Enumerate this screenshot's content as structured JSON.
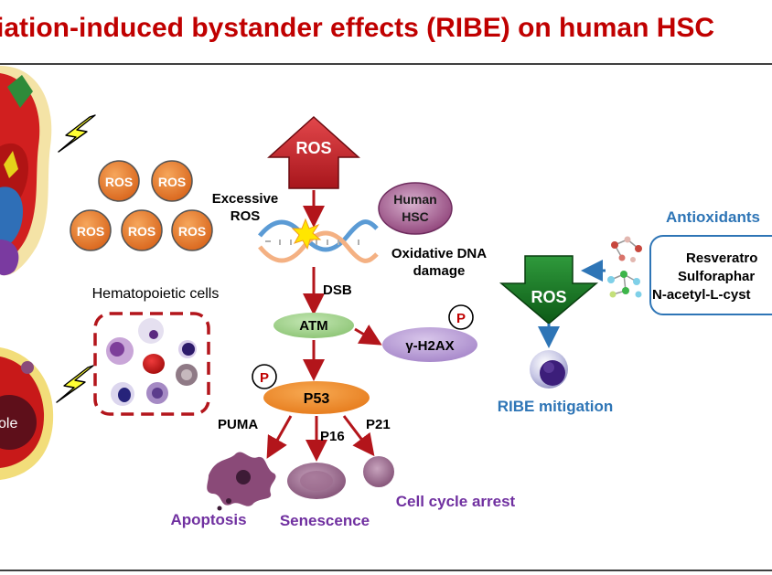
{
  "title": "iation-induced bystander effects (RIBE) on human HSC",
  "labels": {
    "excessive_ros": [
      "Excessive",
      "ROS"
    ],
    "ros_arrow": "ROS",
    "ros_circle": "ROS",
    "human_hsc": [
      "Human",
      "HSC"
    ],
    "oxidative_dna_damage": [
      "Oxidative DNA",
      "damage"
    ],
    "dsb": "DSB",
    "atm": "ATM",
    "phospho": "P",
    "gamma_h2ax": "γ-H2AX",
    "p53": "P53",
    "puma": "PUMA",
    "p16": "P16",
    "p21": "P21",
    "apoptosis": "Apoptosis",
    "senescence": "Senescence",
    "cell_cycle_arrest": "Cell cycle arrest",
    "hematopoietic_cells": "Hematopoietic cells",
    "antioxidants": "Antioxidants",
    "antioxidant_list": [
      "Resveratro",
      "Sulforaphar",
      "N-acetyl-L-cyst"
    ],
    "ros_down": "ROS",
    "ribe_mitigation": "RIBE mitigation",
    "left_cell_fragment": "ole"
  },
  "colors": {
    "title_red": "#c00000",
    "arrow_red": "#b3151b",
    "ros_orange": "#e87a2a",
    "atm_green": "#9ed08a",
    "p53_orange": "#ef8a2c",
    "h2ax_purple": "#b79ad4",
    "hsc_purple": "#9a4f86",
    "outcome_purple": "#7030a0",
    "mitigation_blue": "#2e75b6",
    "ros_green": "#13751f"
  }
}
